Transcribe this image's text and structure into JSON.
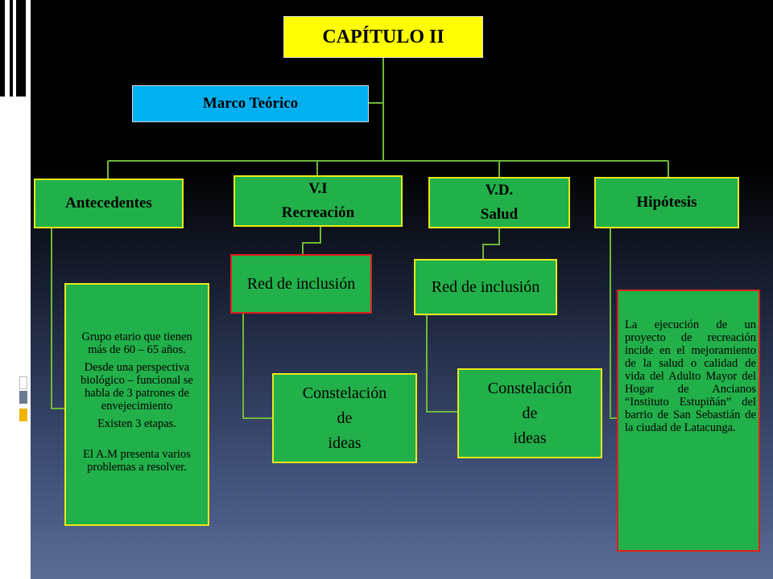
{
  "diagram": {
    "root": "CAPÍTULO II",
    "section": "Marco Teórico",
    "branches": [
      {
        "title": "Antecedentes"
      },
      {
        "line1": "V.I",
        "line2": "Recreación"
      },
      {
        "line1": "V.D.",
        "line2": "Salud"
      },
      {
        "title": "Hipótesis"
      }
    ],
    "antecedentes_text": [
      "Grupo etario que tienen más de 60 – 65 años.",
      "Desde una perspectiva biológico – funcional se habla de 3 patrones de envejecimiento",
      "Existen 3 etapas.",
      "El A.M presenta varios problemas a resolver."
    ],
    "red_inclusion": "Red de inclusión",
    "constelacion": [
      "Constelación",
      "de",
      "ideas"
    ],
    "hipotesis_text": "La ejecución de un proyecto de recreación incide en el mejoramiento de la salud o calidad de vida del Adulto Mayor del Hogar de Ancianos “Instituto Estupiñán” del barrio de San Sebastián de la ciudad de Latacunga."
  },
  "colors": {
    "root_fill": "#ffff00",
    "section_fill": "#00b0f0",
    "node_fill": "#22b04a",
    "border_yellow": "#e8e81a",
    "border_red": "#e0201a",
    "connector": "#6fb83a"
  }
}
